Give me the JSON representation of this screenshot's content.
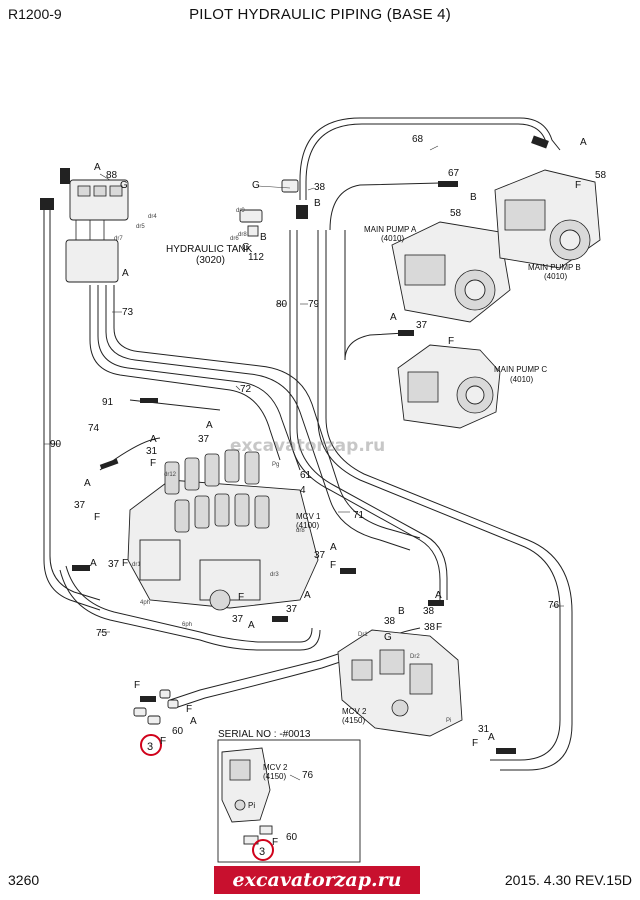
{
  "header": {
    "model": "R1200-9",
    "title": "PILOT HYDRAULIC PIPING (BASE 4)"
  },
  "footer": {
    "page": "3260",
    "revision": "2015. 4.30  REV.15D",
    "brand": "excavatorzap.ru"
  },
  "watermark": "excavatorzap.ru",
  "colors": {
    "highlight": "#d0021b",
    "line": "#222222",
    "brand_bg": "#c8102e"
  },
  "components": {
    "hydraulic_tank": {
      "name": "HYDRAULIC TANK",
      "code": "(3020)"
    },
    "main_pump_a": {
      "name": "MAIN PUMP A",
      "code": "(4010)"
    },
    "main_pump_b": {
      "name": "MAIN PUMP B",
      "code": "(4010)"
    },
    "main_pump_c": {
      "name": "MAIN PUMP C",
      "code": "(4010)"
    },
    "mcv1": {
      "name": "MCV 1",
      "code": "(4100)"
    },
    "mcv2": {
      "name": "MCV 2",
      "code": "(4150)"
    }
  },
  "inset": {
    "title": "SERIAL NO : -#0013",
    "mcv": "MCV 2",
    "mcv_code": "(4150)"
  },
  "callouts": {
    "c68": "68",
    "c58": "58",
    "c67": "67",
    "c88": "88",
    "c38a": "38",
    "c112": "112",
    "c73": "73",
    "c80": "80",
    "c79": "79",
    "c72": "72",
    "c91": "91",
    "c74": "74",
    "c90": "90",
    "c31a": "31",
    "c37a": "37",
    "c61": "61",
    "c4": "4",
    "c71": "71",
    "c37b": "37",
    "c37c": "37",
    "c37d": "37",
    "c37e": "37",
    "c37f": "37",
    "c75": "75",
    "c76": "76",
    "c38b": "38",
    "c38c": "38",
    "c38d": "38",
    "c60a": "60",
    "c60b": "60",
    "c31b": "31",
    "c3a": "3",
    "c3b": "3",
    "c76b": "76"
  },
  "letters": {
    "A": "A",
    "B": "B",
    "F": "F",
    "G": "G"
  },
  "port_labels": {
    "dr9": "dr9",
    "dr6": "dr6",
    "dr8": "dr8",
    "dr7": "dr7",
    "dr4": "dr4",
    "dr5": "dr5",
    "dr3": "dr3",
    "dr1": "dr1",
    "dr2": "dr2",
    "dr12": "dr12",
    "Dr1": "Dr1",
    "Dr2": "Dr2",
    "Pi": "Pi",
    "Pg": "Pg",
    "pg": "pg",
    "4ph": "4ph",
    "6ph": "6ph"
  }
}
